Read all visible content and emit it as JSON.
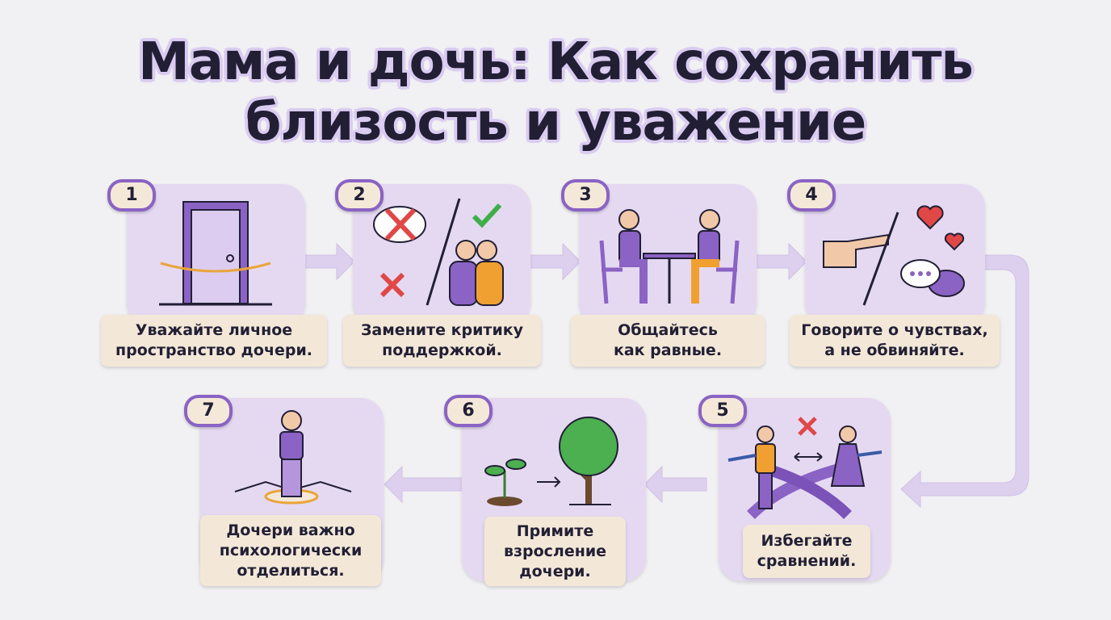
{
  "title": {
    "line1": "Мама и дочь: Как сохранить",
    "line2": "близость и уважение"
  },
  "steps": [
    {
      "number": "1",
      "line1": "Уважайте личное",
      "line2": "пространство дочери.",
      "icon": "door-icon"
    },
    {
      "number": "2",
      "line1": "Замените критику",
      "line2": "поддержкой.",
      "icon": "criticism-vs-hug-icon"
    },
    {
      "number": "3",
      "line1": "Общайтесь",
      "line2": "как равные.",
      "icon": "talking-at-table-icon"
    },
    {
      "number": "4",
      "line1": "Говорите о чувствах,",
      "line2": "а не обвиняйте.",
      "icon": "pointing-vs-hearts-icon"
    },
    {
      "number": "5",
      "line1": "Избегайте",
      "line2": "сравнений.",
      "icon": "comparison-icon"
    },
    {
      "number": "6",
      "line1": "Примите",
      "line2": "взросление",
      "line3": "дочери.",
      "icon": "sprout-to-tree-icon"
    },
    {
      "number": "7",
      "line1": "Дочери важно",
      "line2": "психологически",
      "line3": "отделиться.",
      "icon": "standing-person-icon"
    }
  ],
  "colors": {
    "card": "#e5d9f2",
    "accent": "#8a63c4",
    "label": "#f3e8d8",
    "text": "#221f35"
  }
}
